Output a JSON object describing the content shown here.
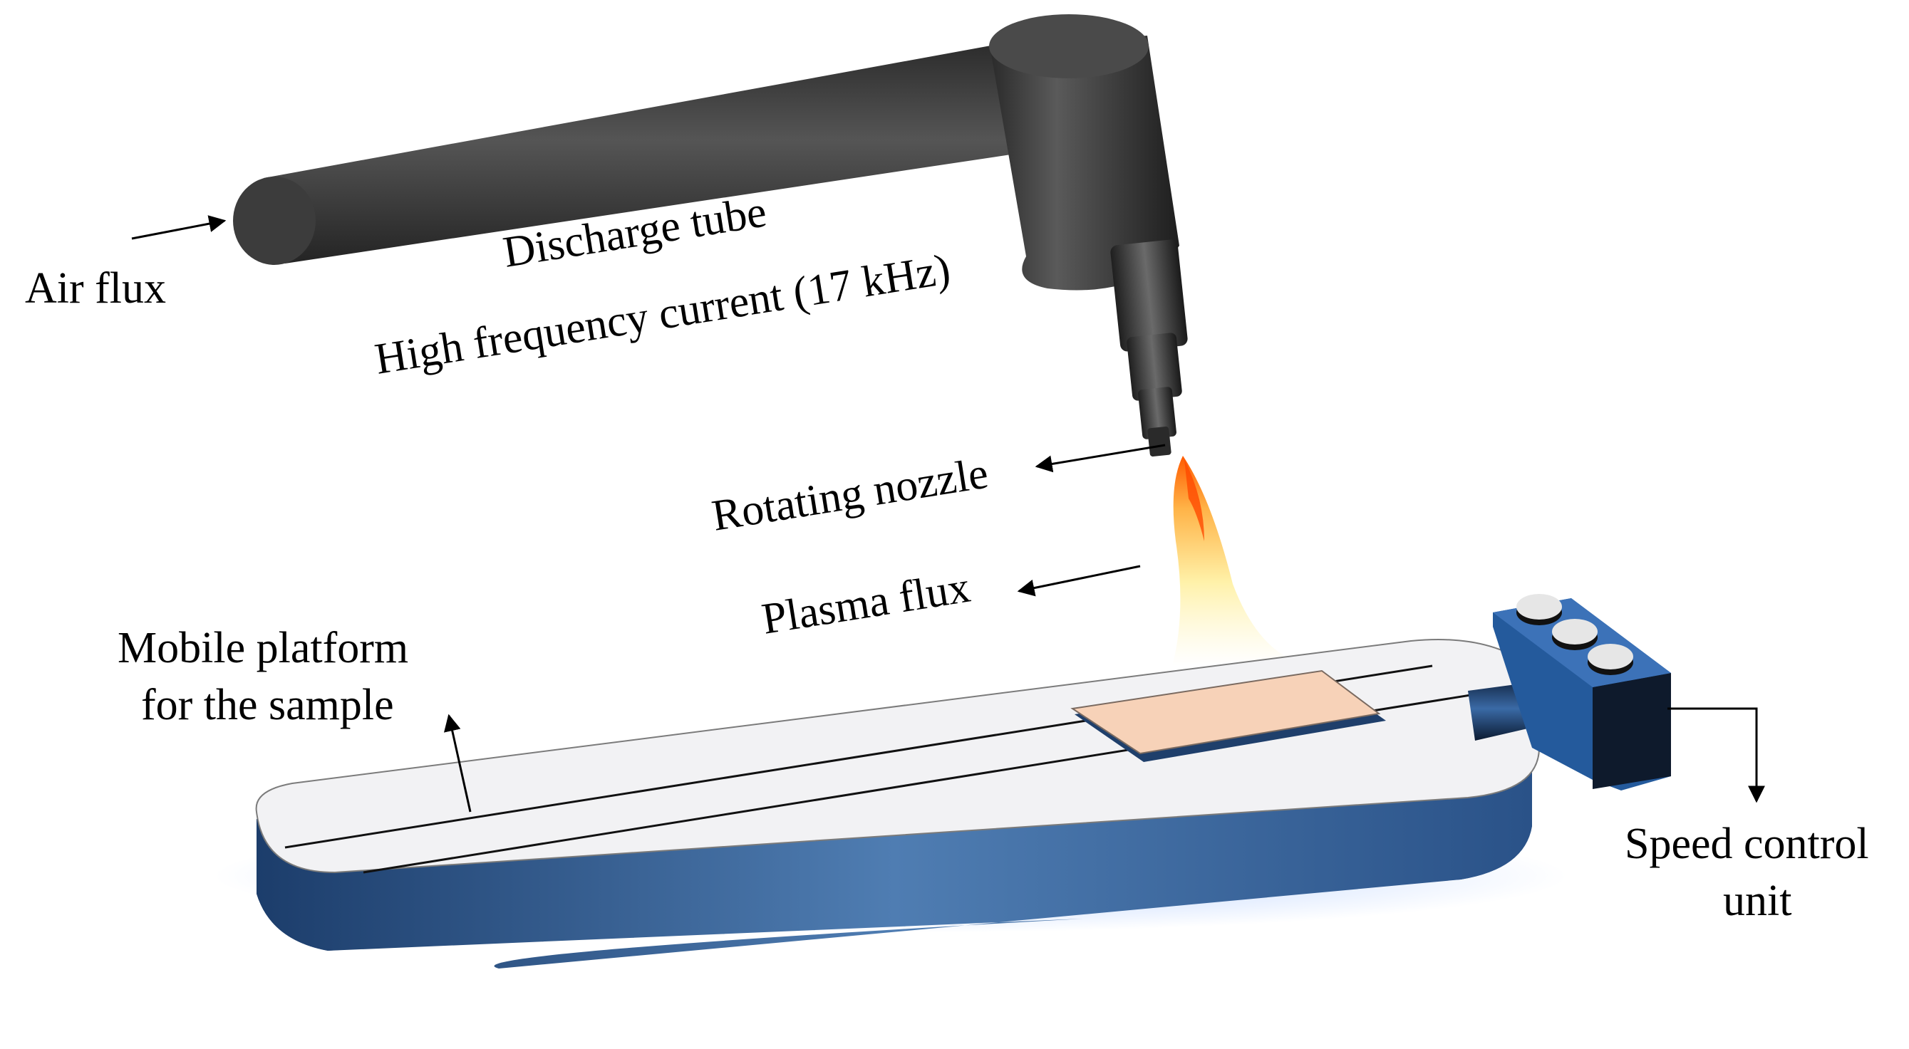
{
  "labels": {
    "air_flux": "Air flux",
    "discharge_tube": "Discharge tube",
    "high_frequency_current": "High frequency current (17 kHz)",
    "rotating_nozzle": "Rotating nozzle",
    "plasma_flux": "Plasma flux",
    "mobile_platform_line1": "Mobile platform",
    "mobile_platform_line2": "for the sample",
    "speed_control_line1": "Speed control",
    "speed_control_line2": "unit"
  },
  "colors": {
    "tube": "#3a3a3a",
    "tube_dark": "#222222",
    "platform_top": "#f2f2f4",
    "platform_side": "#4a76a8",
    "platform_side_dark": "#1f3f6b",
    "sample": "#f7d2b8",
    "flame_core": "#ff6a00",
    "flame_outer": "#ffe9a0",
    "control_box": "#1f4f8f",
    "knob": "#e6e6e6"
  }
}
